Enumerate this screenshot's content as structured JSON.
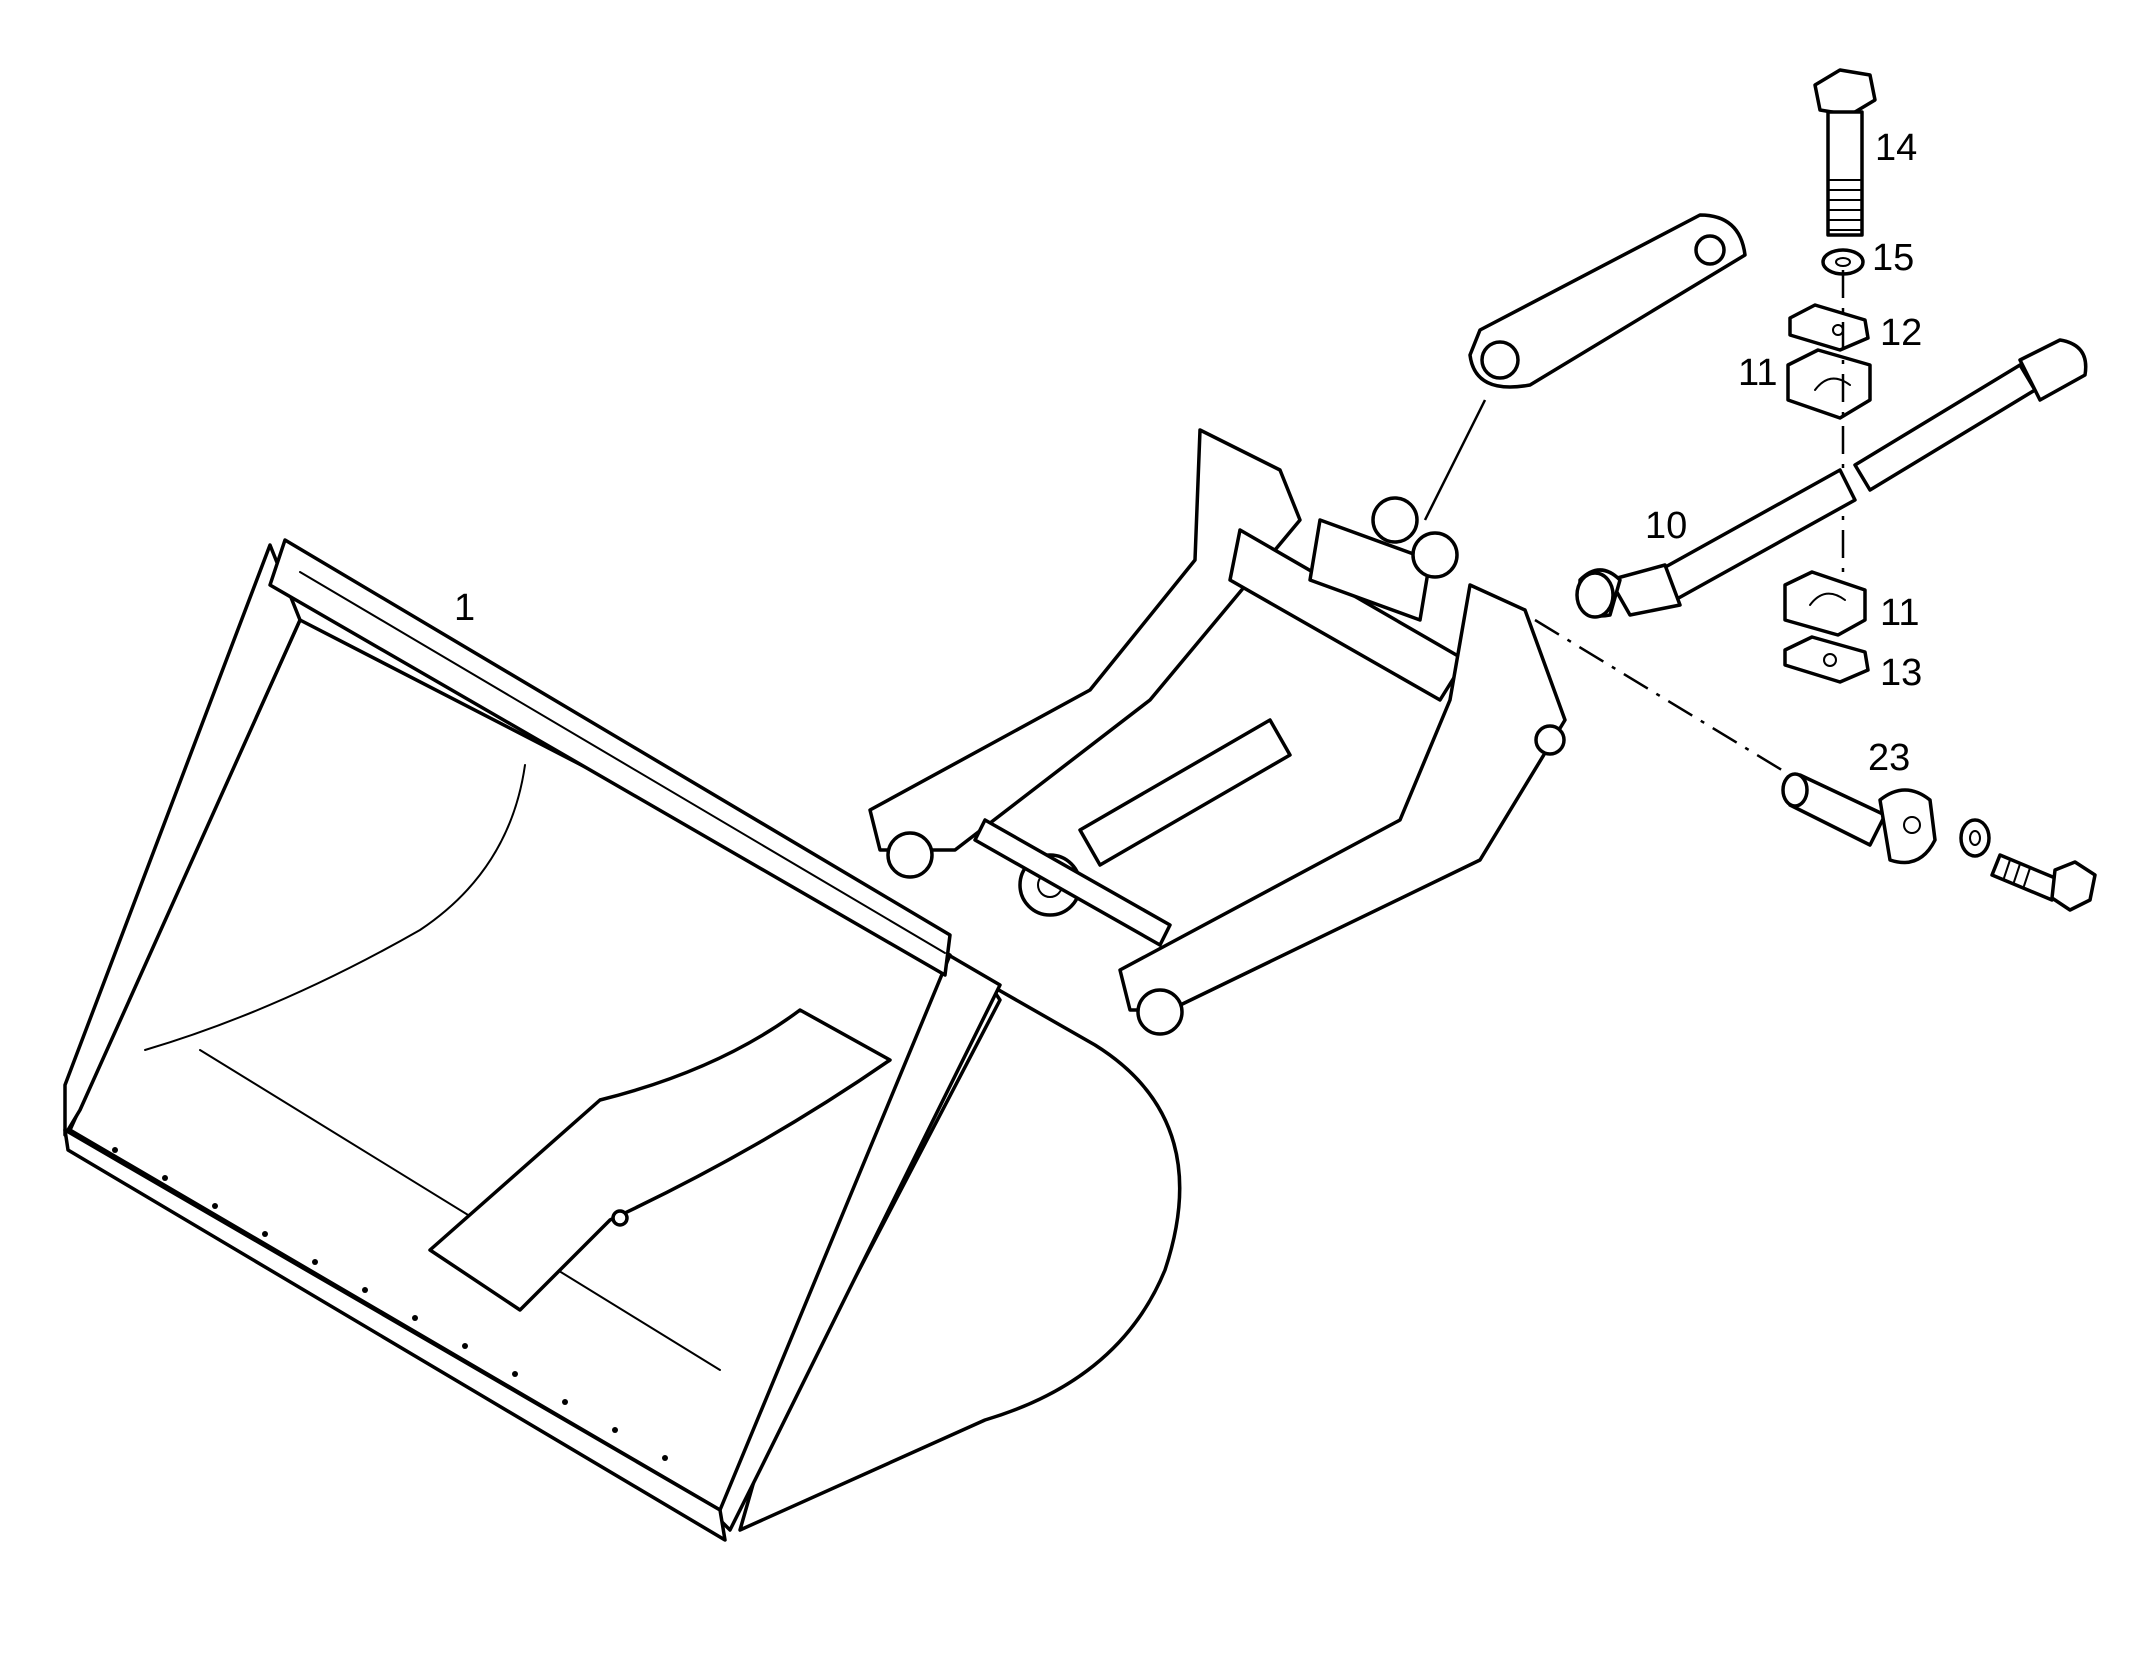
{
  "diagram": {
    "callouts": {
      "c1": "1",
      "c10": "10",
      "c11a": "11",
      "c11b": "11",
      "c12": "12",
      "c13": "13",
      "c14": "14",
      "c15": "15",
      "c23": "23"
    }
  }
}
